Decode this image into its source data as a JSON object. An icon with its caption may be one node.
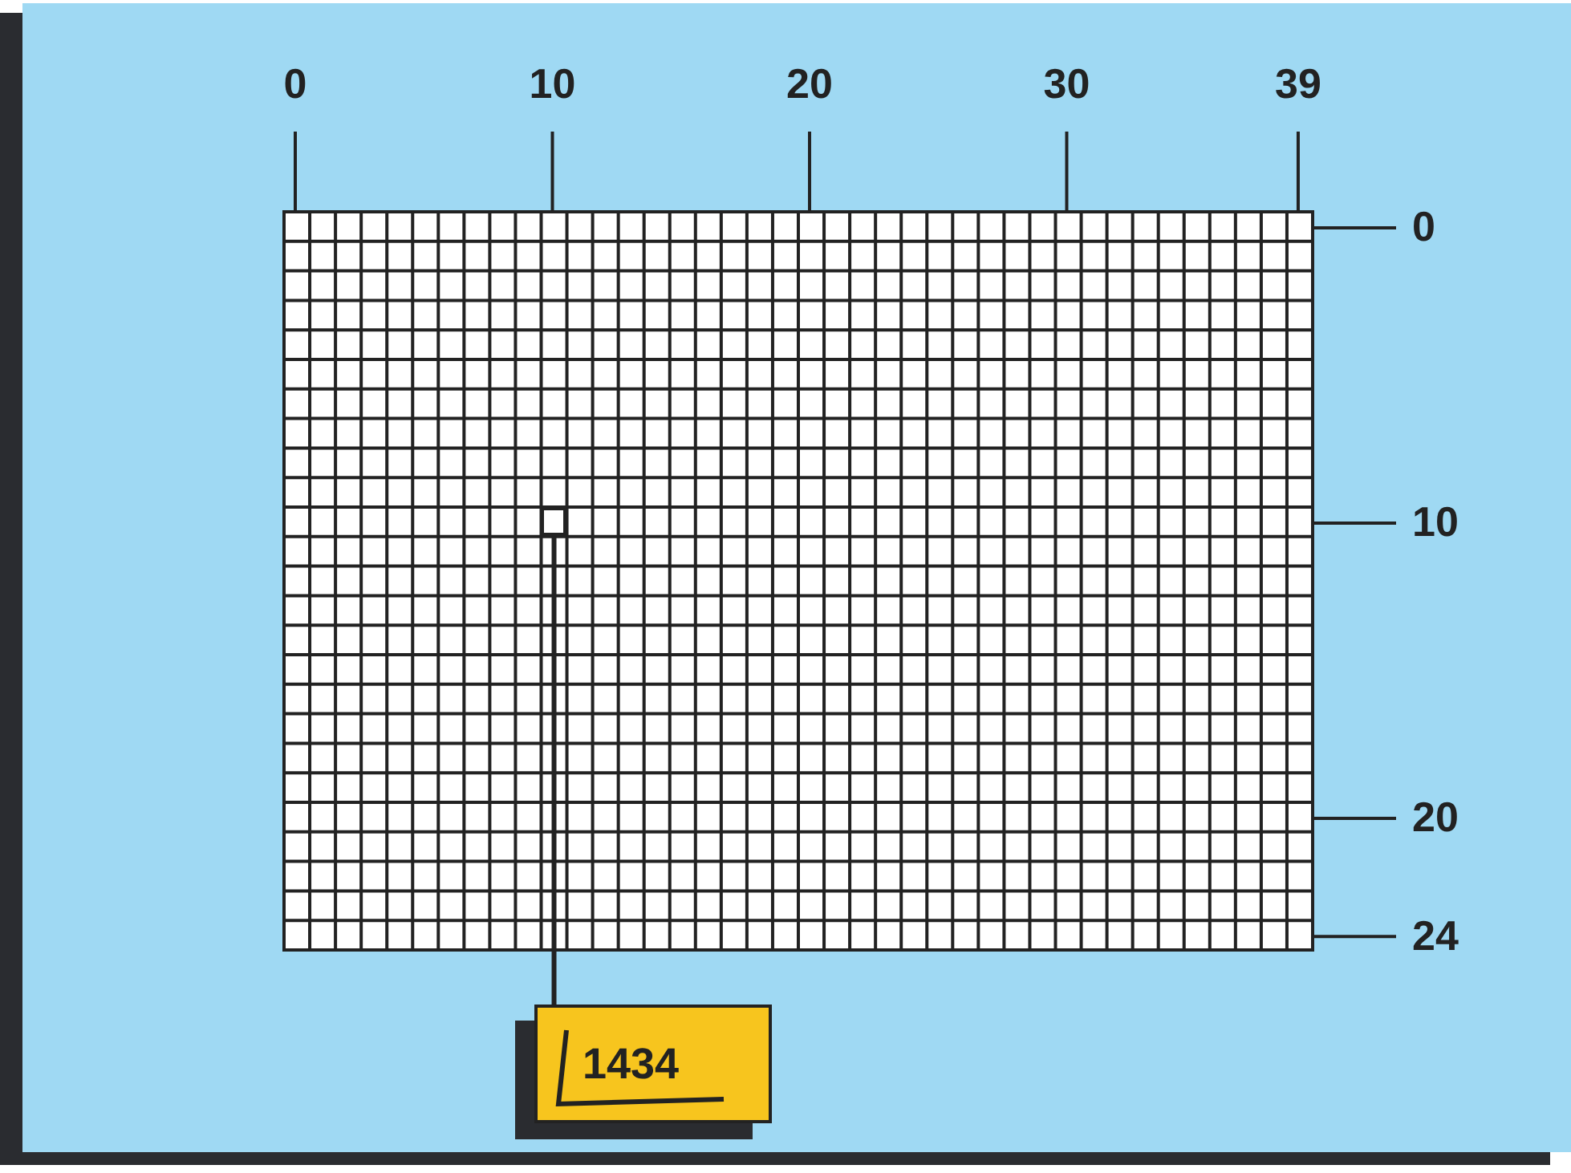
{
  "diagram": {
    "nodes": [
      {
        "text": [],
        "shape": "box"
      },
      {
        "text": [
          "1434"
        ]
      }
    ],
    "edges": [
      {
        "from": 1,
        "to": 0,
        "arrow": "none"
      }
    ],
    "labels": [
      "0",
      "10",
      "20",
      "30",
      "39",
      "0",
      "10",
      "20",
      "24"
    ]
  }
}
